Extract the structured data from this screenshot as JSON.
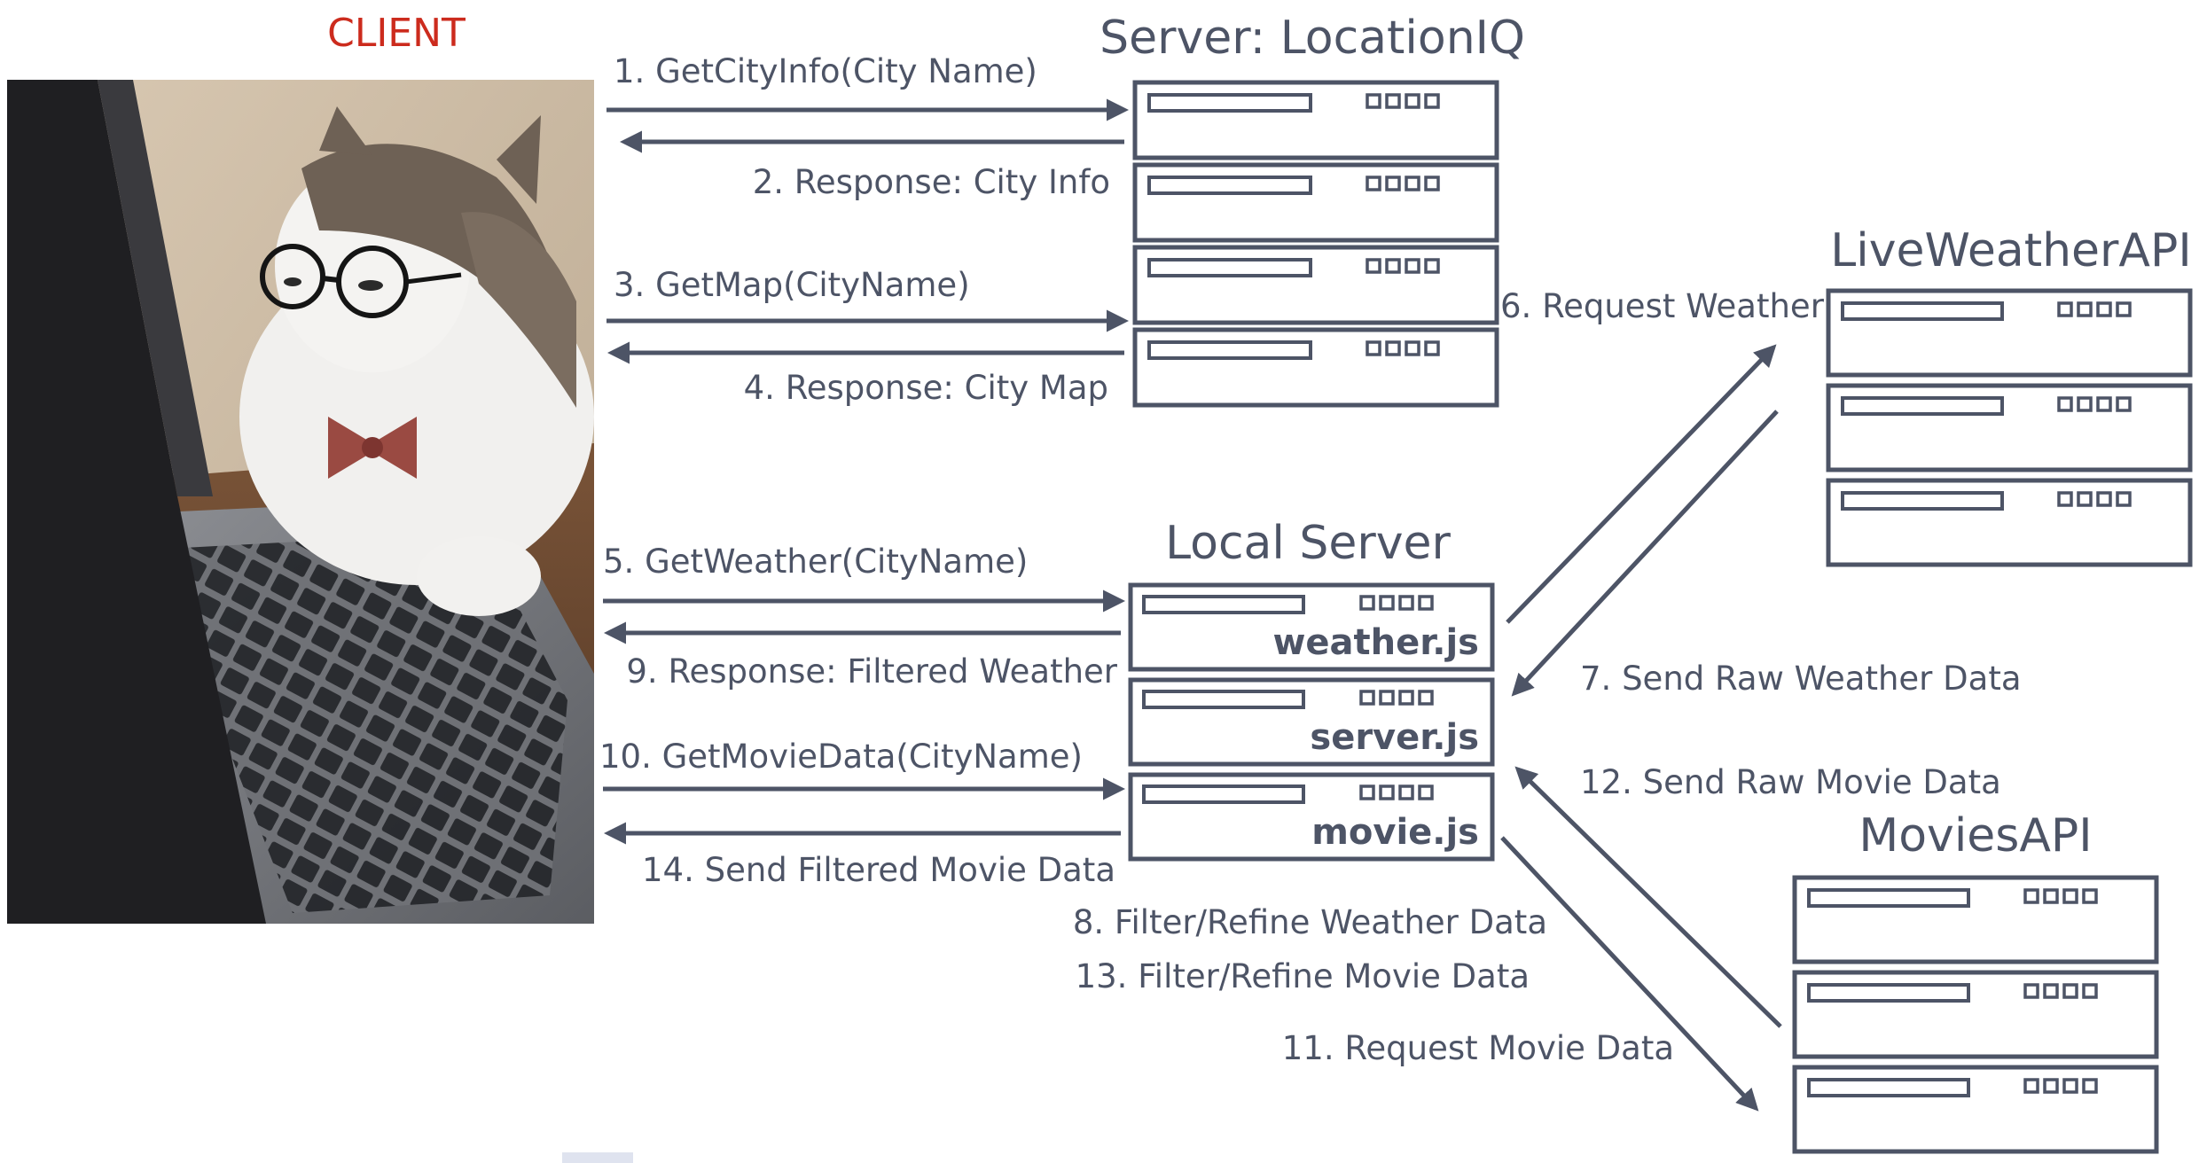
{
  "client": {
    "label": "CLIENT",
    "label_color": "#cc2b1d"
  },
  "servers": {
    "locationiq": {
      "title": "Server: LocationIQ"
    },
    "local": {
      "title": "Local Server",
      "files": [
        "weather.js",
        "server.js",
        "movie.js"
      ]
    },
    "liveweather": {
      "title": "LiveWeatherAPI"
    },
    "movies": {
      "title": "MoviesAPI"
    }
  },
  "steps": {
    "s1": "1. GetCityInfo(City Name)",
    "s2": "2. Response: City Info",
    "s3": "3. GetMap(CityName)",
    "s4": "4. Response: City Map",
    "s5": "5. GetWeather(CityName)",
    "s6": "6. Request Weather",
    "s7": "7. Send Raw Weather Data",
    "s8": "8. Filter/Refine Weather Data",
    "s9": "9. Response: Filtered Weather",
    "s10": "10. GetMovieData(CityName)",
    "s11": "11. Request Movie Data",
    "s12": "12. Send Raw Movie Data",
    "s13": "13. Filter/Refine Movie Data",
    "s14": "14. Send Filtered Movie Data"
  },
  "colors": {
    "line": "#4d5466",
    "text": "#4d5466",
    "client_label": "#cc2b1d"
  },
  "icons": {
    "client_image": "cat-with-glasses-at-laptop",
    "server_unit": "server-rack-icon"
  }
}
